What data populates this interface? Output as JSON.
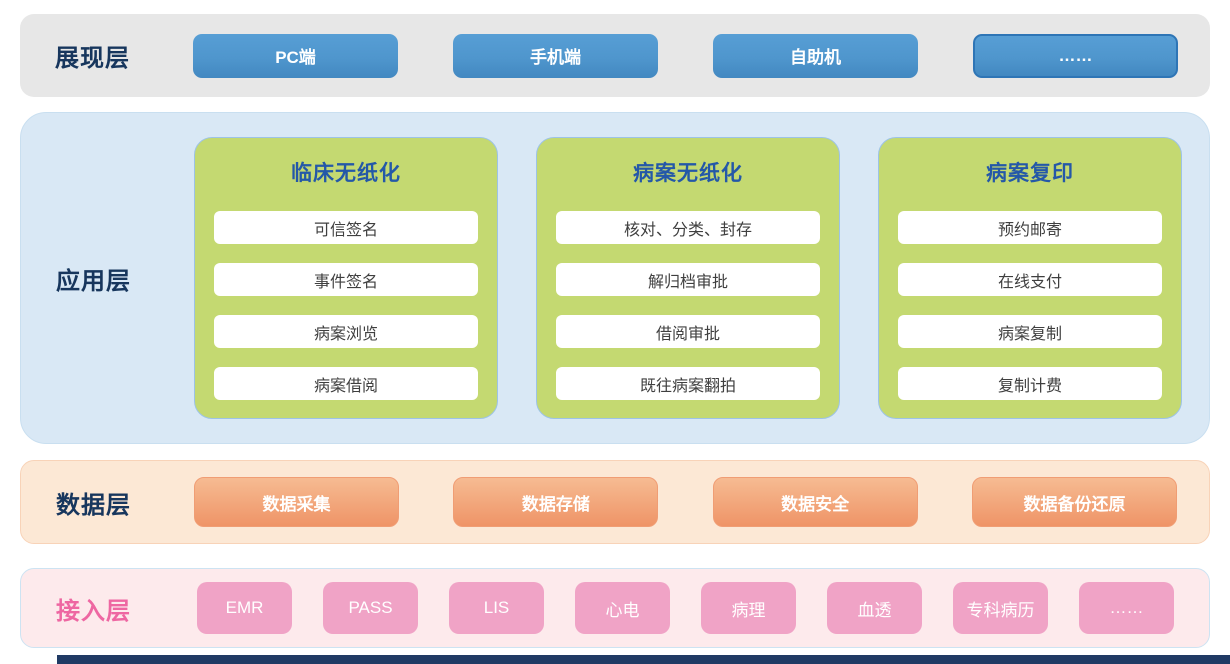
{
  "layers": {
    "presentation": {
      "label": "展现层",
      "items": [
        "PC端",
        "手机端",
        "自助机",
        "……"
      ]
    },
    "application": {
      "label": "应用层",
      "cards": [
        {
          "title": "临床无纸化",
          "items": [
            "可信签名",
            "事件签名",
            "病案浏览",
            "病案借阅"
          ]
        },
        {
          "title": "病案无纸化",
          "items": [
            "核对、分类、封存",
            "解归档审批",
            "借阅审批",
            "既往病案翻拍"
          ]
        },
        {
          "title": "病案复印",
          "items": [
            "预约邮寄",
            "在线支付",
            "病案复制",
            "复制计费"
          ]
        }
      ]
    },
    "data": {
      "label": "数据层",
      "items": [
        "数据采集",
        "数据存储",
        "数据安全",
        "数据备份还原"
      ]
    },
    "access": {
      "label": "接入层",
      "items": [
        "EMR",
        "PASS",
        "LIS",
        "心电",
        "病理",
        "血透",
        "专科病历",
        "……"
      ]
    }
  },
  "colors": {
    "navy": "#17365d",
    "gray_bg": "#e7e7e7",
    "accent_blue": "#4f96cd",
    "blue_bg": "#d9e8f5",
    "card_green": "#c4d971",
    "title_blue": "#2458a8",
    "peach_bg": "#fce8d5",
    "orange": "#ef9467",
    "pink_bg": "#fdeaec",
    "pink": "#f0a3c6",
    "pink_label": "#ee67a2",
    "footer_navy": "#203a64"
  }
}
